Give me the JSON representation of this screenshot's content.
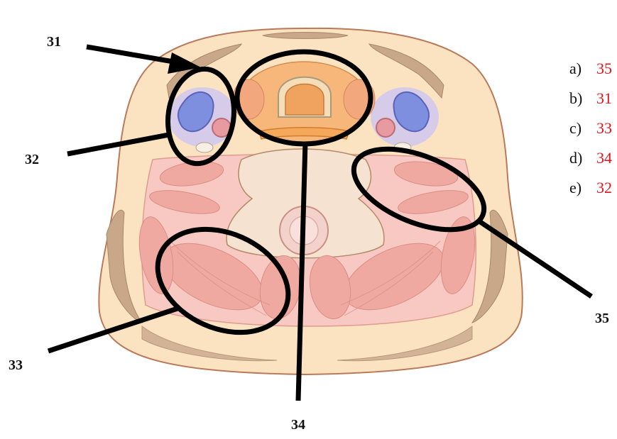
{
  "labels": {
    "l31": "31",
    "l32": "32",
    "l33": "33",
    "l34": "34",
    "l35": "35"
  },
  "options": [
    {
      "letter": "a)",
      "answer": "35"
    },
    {
      "letter": "b)",
      "answer": "31"
    },
    {
      "letter": "c)",
      "answer": "33"
    },
    {
      "letter": "d)",
      "answer": "34"
    },
    {
      "letter": "e)",
      "answer": "32"
    }
  ],
  "colors": {
    "skin": "#fbe3c2",
    "outline": "#b97a5a",
    "muscle_pink": "#f2b6b0",
    "muscle_dark": "#e69a93",
    "platysma_brown": "#c9a88a",
    "thyroid_orange": "#f7b67a",
    "vessel_blue": "#7f8fe0",
    "answer_red": "#e3141b"
  }
}
